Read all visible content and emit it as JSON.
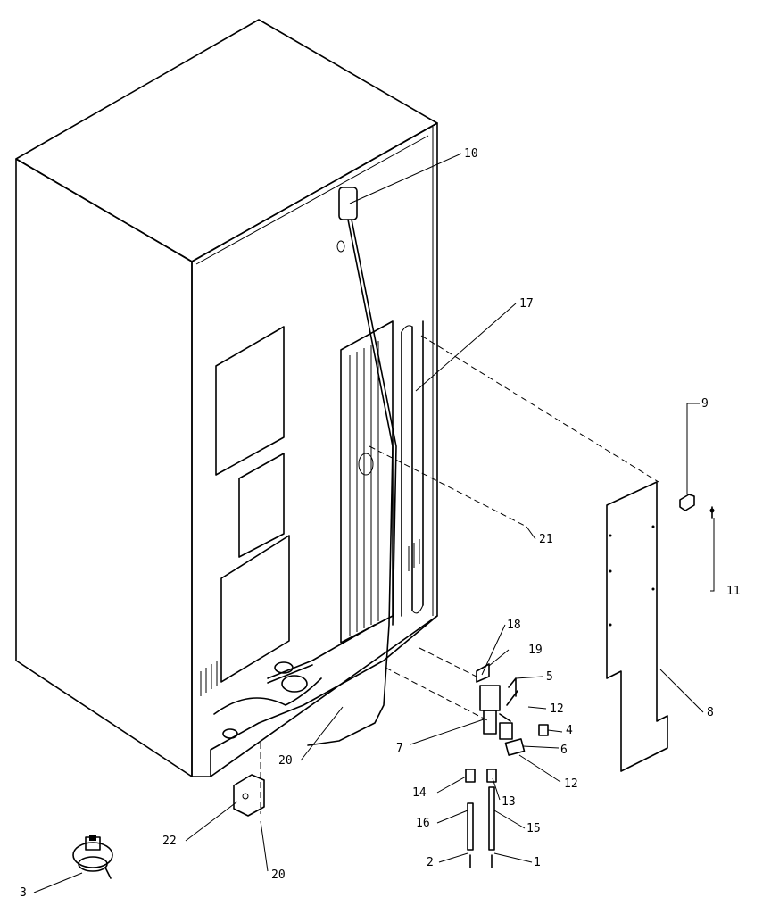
{
  "callouts": {
    "c1": "1",
    "c2": "2",
    "c3": "3",
    "c4": "4",
    "c5": "5",
    "c6": "6",
    "c7": "7",
    "c8": "8",
    "c9": "9",
    "c10": "10",
    "c11": "11",
    "c12a": "12",
    "c12b": "12",
    "c13": "13",
    "c14": "14",
    "c15": "15",
    "c16": "16",
    "c17": "17",
    "c18": "18",
    "c19": "19",
    "c20a": "20",
    "c20b": "20",
    "c21": "21",
    "c22": "22"
  }
}
